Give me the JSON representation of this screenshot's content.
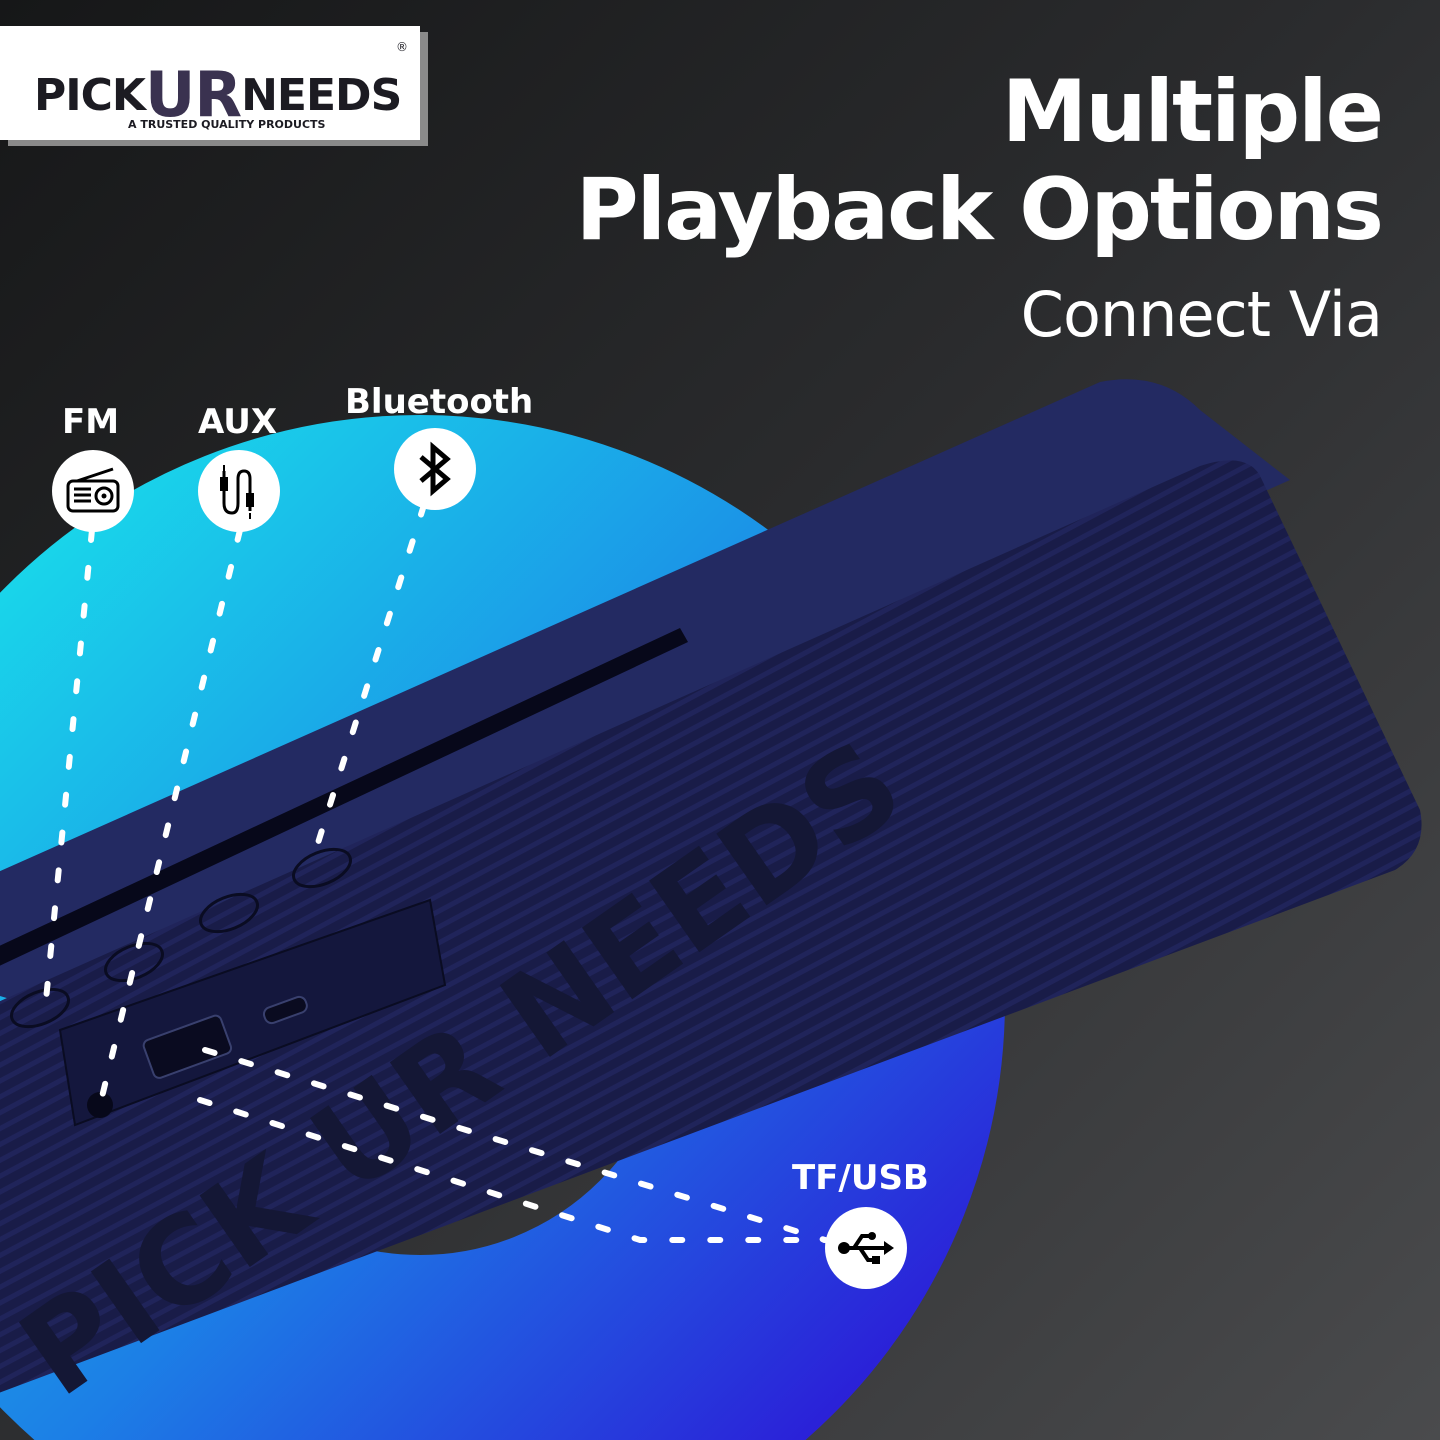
{
  "brand": {
    "name_left": "PICK",
    "name_mid": "UR",
    "name_right": "NEEDS",
    "registered": "®",
    "tagline": "A TRUSTED QUALITY PRODUCTS"
  },
  "headline": {
    "line1": "Multiple",
    "line2": "Playback Options",
    "line3": "Connect Via"
  },
  "options": [
    {
      "label": "FM",
      "icon": "radio-icon"
    },
    {
      "label": "AUX",
      "icon": "aux-cable-icon"
    },
    {
      "label": "Bluetooth",
      "icon": "bluetooth-icon"
    },
    {
      "label": "TF/USB",
      "icon": "usb-icon"
    }
  ],
  "product": {
    "watermark": "PICK UR NEEDS",
    "body_color": "#1b1f4d",
    "top_color": "#242a62"
  },
  "colors": {
    "ring_start": "#19d6ea",
    "ring_end": "#2b1fd8",
    "background_dark": "#161718",
    "background_light": "#4a4b4d"
  }
}
